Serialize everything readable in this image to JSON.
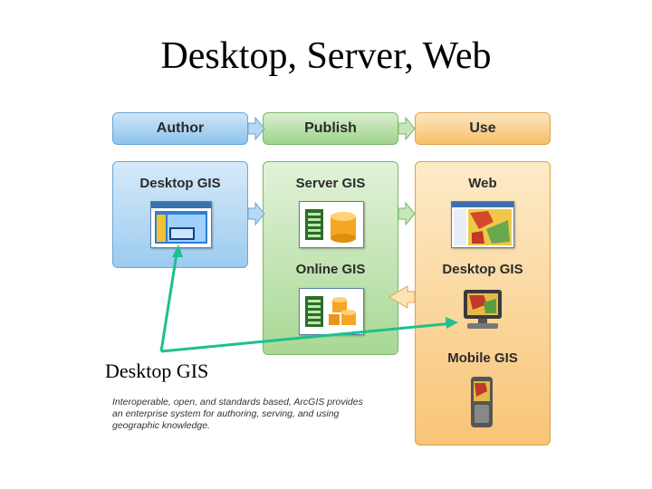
{
  "slide": {
    "title": "Desktop, Server, Web"
  },
  "diagram": {
    "headers": {
      "author": "Author",
      "publish": "Publish",
      "use": "Use"
    },
    "author_column": {
      "desktop_gis": "Desktop GIS"
    },
    "publish_column": {
      "server_gis": "Server GIS",
      "online_gis": "Online GIS"
    },
    "use_column": {
      "web": "Web",
      "desktop_gis": "Desktop GIS",
      "mobile_gis": "Mobile GIS"
    },
    "description": "Interoperable, open, and standards based, ArcGIS provides an enterprise system for authoring, serving, and using geographic knowledge."
  },
  "annotation": {
    "callout_label": "Desktop GIS"
  },
  "colors": {
    "author": "#8cc3eb",
    "publish": "#9fd38c",
    "use": "#f7bf6a",
    "callout_line": "#1fbf8f"
  }
}
